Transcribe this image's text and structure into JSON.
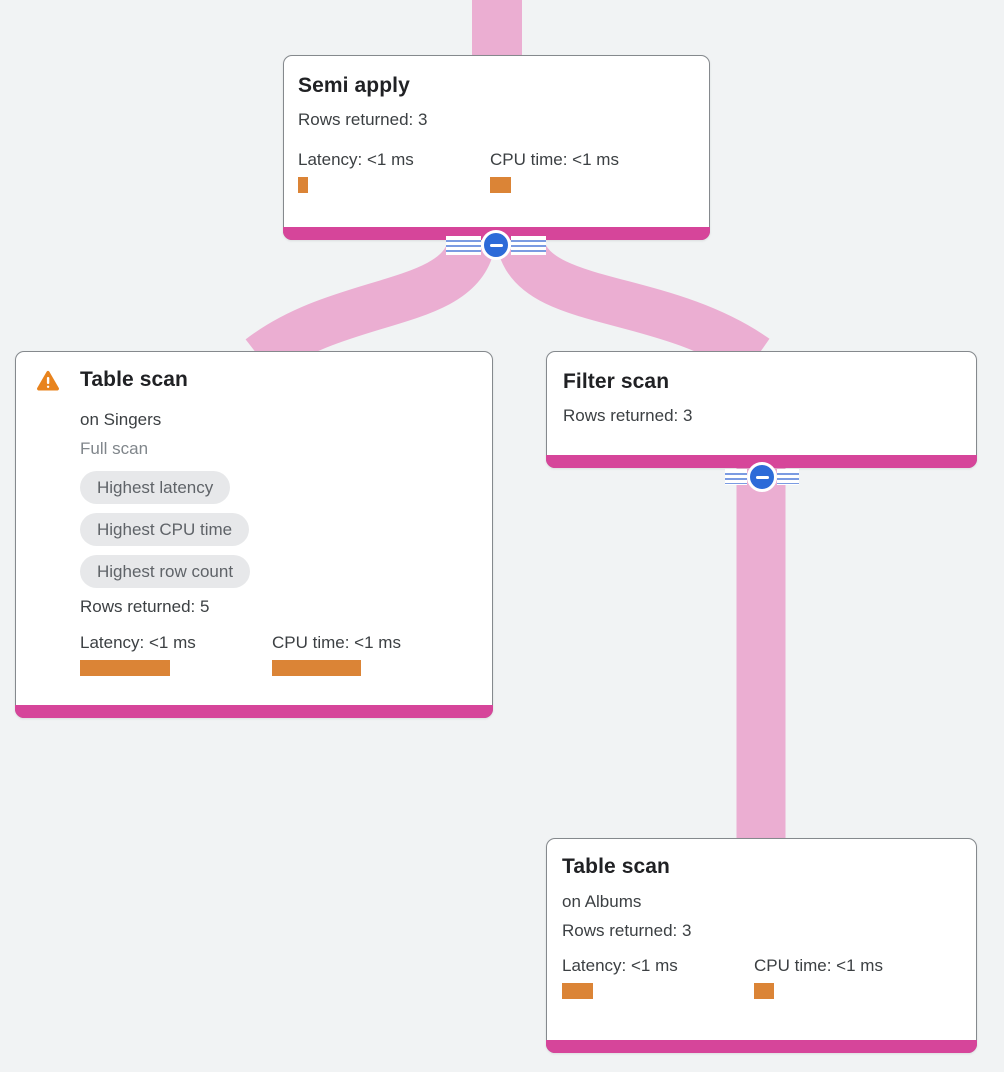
{
  "colors": {
    "background": "#f1f3f4",
    "edge_pink": "#ebaed2",
    "accent_magenta": "#d6459a",
    "metric_orange": "#db8436",
    "collapse_blue": "#2d6bd8",
    "warning_orange": "#e8831d"
  },
  "nodes": {
    "semi_apply": {
      "title": "Semi apply",
      "rows": "Rows returned: 3",
      "latency_label": "Latency: <1 ms",
      "cpu_label": "CPU time: <1 ms",
      "latency_bar": 10,
      "cpu_bar": 21
    },
    "singers": {
      "title": "Table scan",
      "on": "on Singers",
      "scan_type": "Full scan",
      "chips": [
        "Highest latency",
        "Highest CPU time",
        "Highest row count"
      ],
      "rows": "Rows returned: 5",
      "latency_label": "Latency: <1 ms",
      "cpu_label": "CPU time: <1 ms",
      "latency_bar": 90,
      "cpu_bar": 89
    },
    "filter": {
      "title": "Filter scan",
      "rows": "Rows returned: 3"
    },
    "albums": {
      "title": "Table scan",
      "on": "on Albums",
      "rows": "Rows returned: 3",
      "latency_label": "Latency: <1 ms",
      "cpu_label": "CPU time: <1 ms",
      "latency_bar": 31,
      "cpu_bar": 20
    }
  }
}
